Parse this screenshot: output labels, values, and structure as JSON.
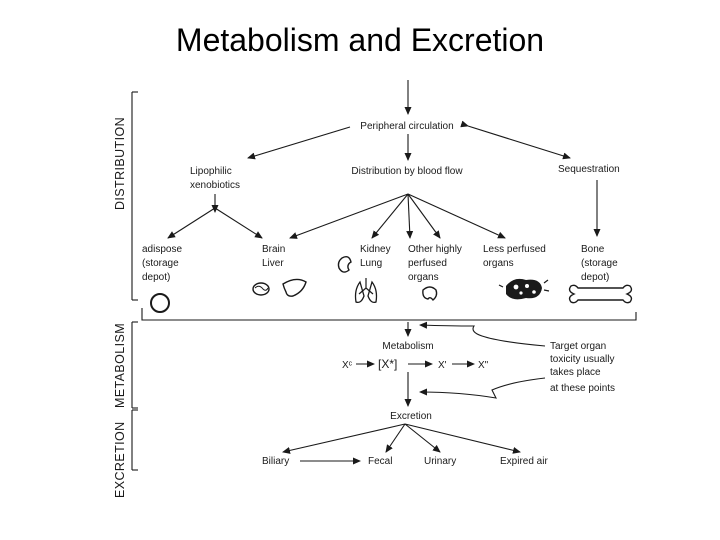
{
  "title": "Metabolism and Excretion",
  "side_labels": {
    "distribution": "DISTRIBUTION",
    "metabolism": "METABOLISM",
    "excretion": "EXCRETION"
  },
  "nodes": {
    "peripheral": "Peripheral circulation",
    "lipophilic_1": "Lipophilic",
    "lipophilic_2": "xenobiotics",
    "distribution": "Distribution by blood flow",
    "sequestration": "Sequestration",
    "adipose_1": "adispose",
    "adipose_2": "(storage",
    "adipose_3": "depot)",
    "brain_1": "Brain",
    "brain_2": "Liver",
    "kidney_1": "Kidney",
    "kidney_2": "Lung",
    "other_1": "Other highly",
    "other_2": "perfused",
    "other_3": "organs",
    "less_1": "Less perfused",
    "less_2": "organs",
    "bone_1": "Bone",
    "bone_2": "(storage",
    "bone_3": "depot)",
    "metabolism": "Metabolism",
    "xc": "Xᶜ",
    "xstar_bracket": "[X*]",
    "xprime": "X'",
    "xdouble": "X\"",
    "target_1": "Target organ",
    "target_2": "toxicity usually",
    "target_3": "takes place",
    "target_4": "at these points",
    "excretion": "Excretion",
    "biliary": "Biliary",
    "fecal": "Fecal",
    "urinary": "Urinary",
    "expired": "Expired air"
  }
}
